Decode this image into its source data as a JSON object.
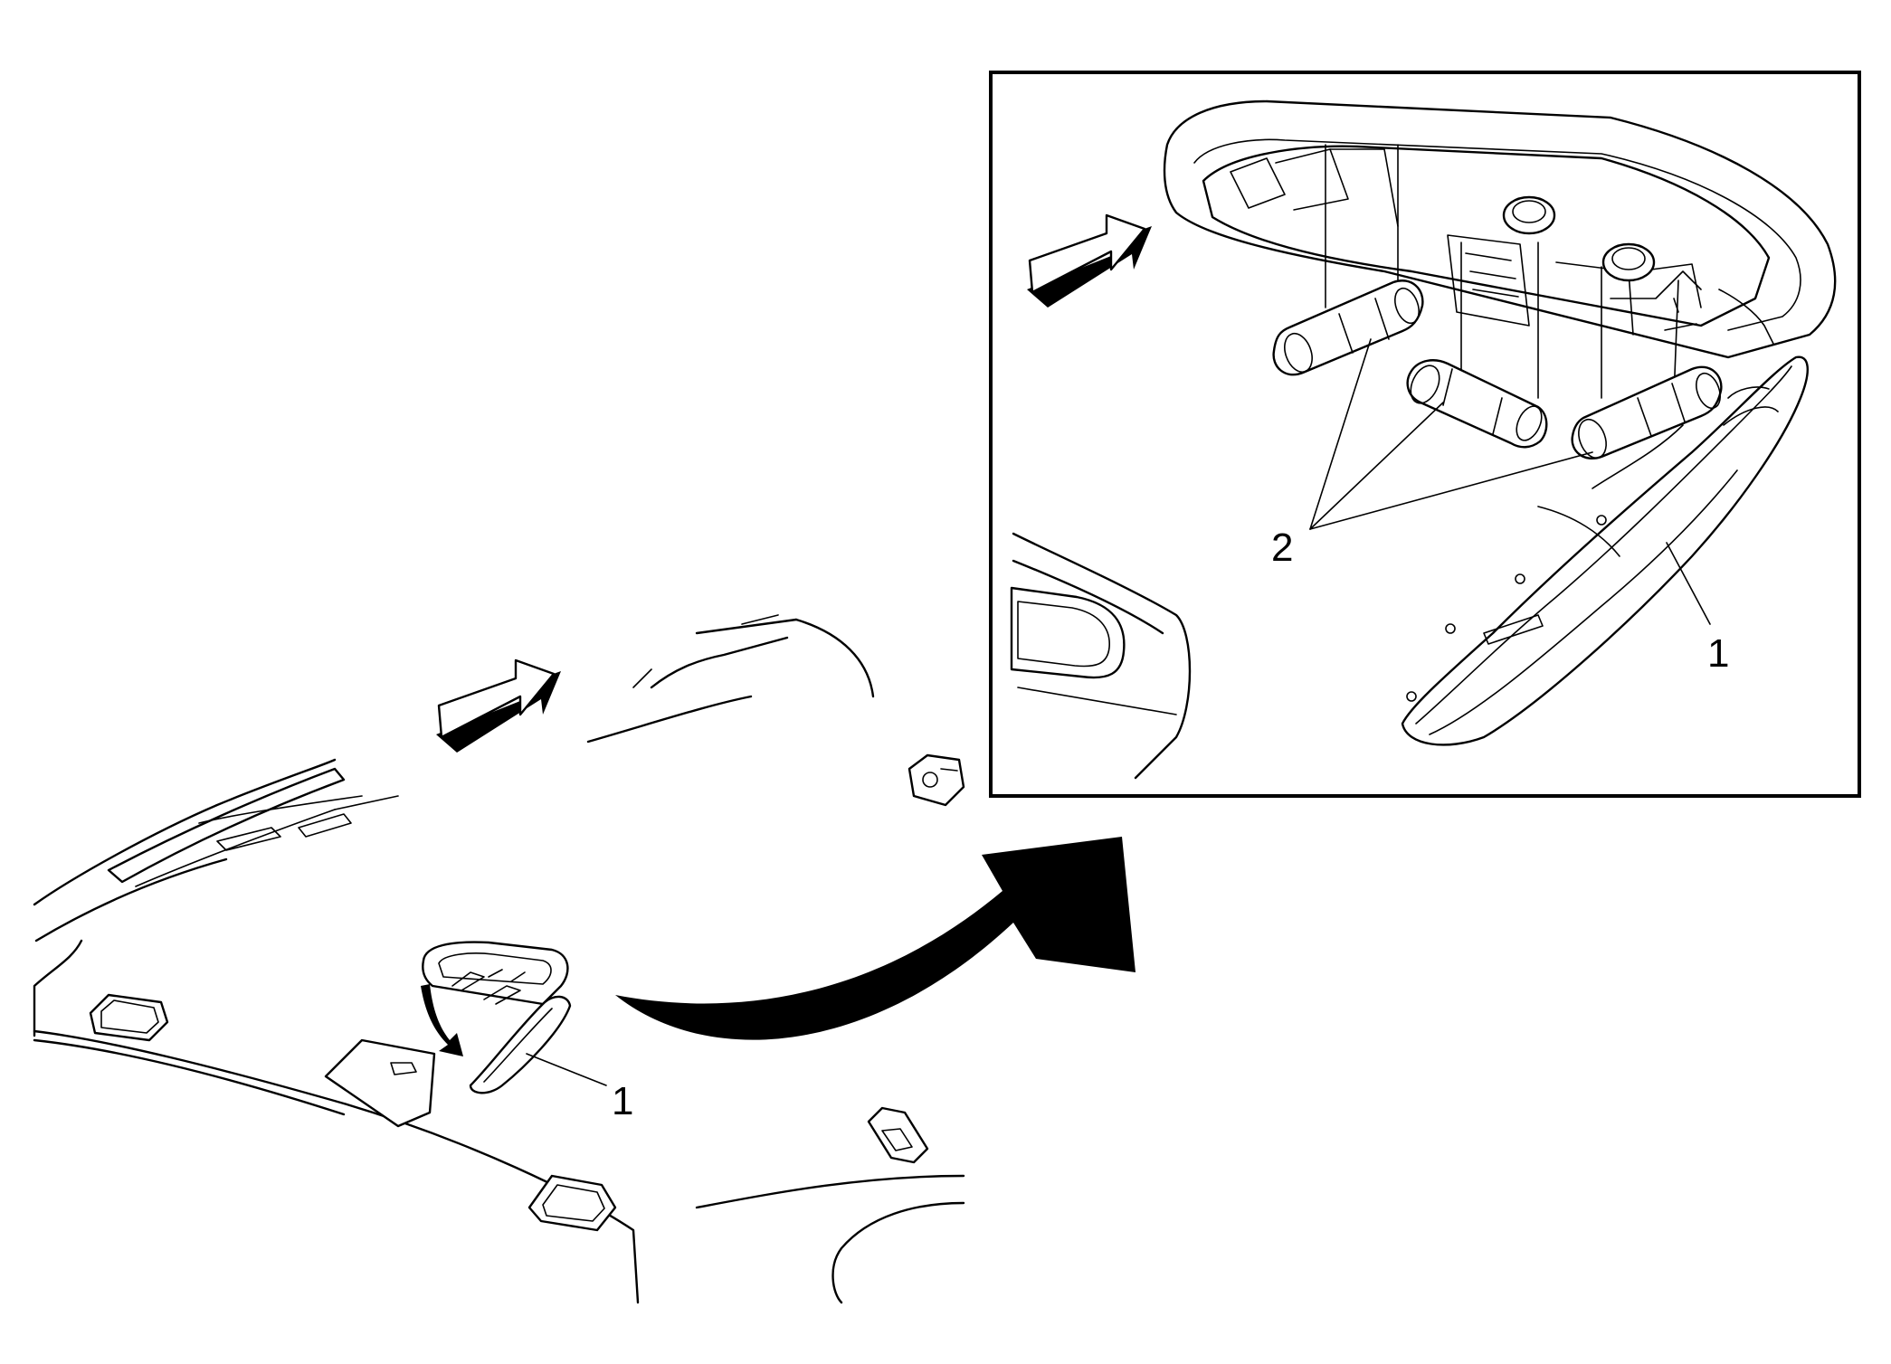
{
  "callouts": {
    "overview_1": "1",
    "detail_1": "1",
    "detail_2": "2"
  },
  "colors": {
    "line": "#000000",
    "background": "#ffffff"
  }
}
